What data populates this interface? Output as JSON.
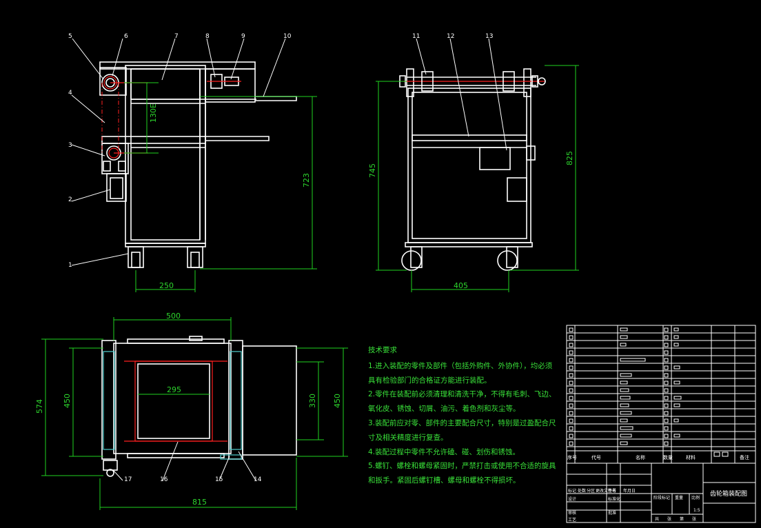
{
  "drawing": {
    "part_labels": [
      "1",
      "2",
      "3",
      "4",
      "5",
      "6",
      "7",
      "8",
      "9",
      "10",
      "11",
      "12",
      "13",
      "14",
      "15",
      "16",
      "17"
    ],
    "dims": {
      "front_width": "250",
      "front_height": "723",
      "front_pitch": "130E",
      "side_width": "405",
      "side_height_left": "745",
      "side_height_right": "825",
      "top_width": "500",
      "top_inner": "295",
      "top_left_outer": "574",
      "top_left_inner": "450",
      "top_right_inner": "330",
      "top_right_outer": "450",
      "top_bottom": "815"
    }
  },
  "tech_notes": {
    "title": "技术要求",
    "lines": [
      "1.进入装配的零件及部件（包括外购件、外协件），均必须",
      "具有检验部门的合格证方能进行装配。",
      "2.零件在装配前必须清理和清洗干净，不得有毛刺、飞边、",
      "氧化皮、锈蚀、切屑、油污、着色剂和灰尘等。",
      "3.装配前应对零、部件的主要配合尺寸，特别是过盈配合尺",
      "寸及相关精度进行复查。",
      "4.装配过程中零件不允许磕、碰、划伤和锈蚀。",
      "5.螺钉、螺栓和螺母紧固时，严禁打击或使用不合适的旋具",
      "和扳手。紧固后螺钉槽、螺母和螺栓不得损坏。"
    ]
  },
  "title_block": {
    "header": [
      "序号",
      "代号",
      "名称",
      "数量",
      "材料",
      "备注"
    ],
    "drawing_title": "齿轮箱装配图",
    "scale": "1:5",
    "row_labels": [
      "标记",
      "处数",
      "分区",
      "更改文件号",
      "签名",
      "年月日"
    ],
    "sign_labels": [
      "设计",
      "审核",
      "工艺",
      "标准化",
      "批准"
    ],
    "stage_labels": [
      "阶段标记",
      "重量",
      "比例"
    ],
    "sheet_labels": [
      "共",
      "张",
      "第",
      "张"
    ]
  }
}
